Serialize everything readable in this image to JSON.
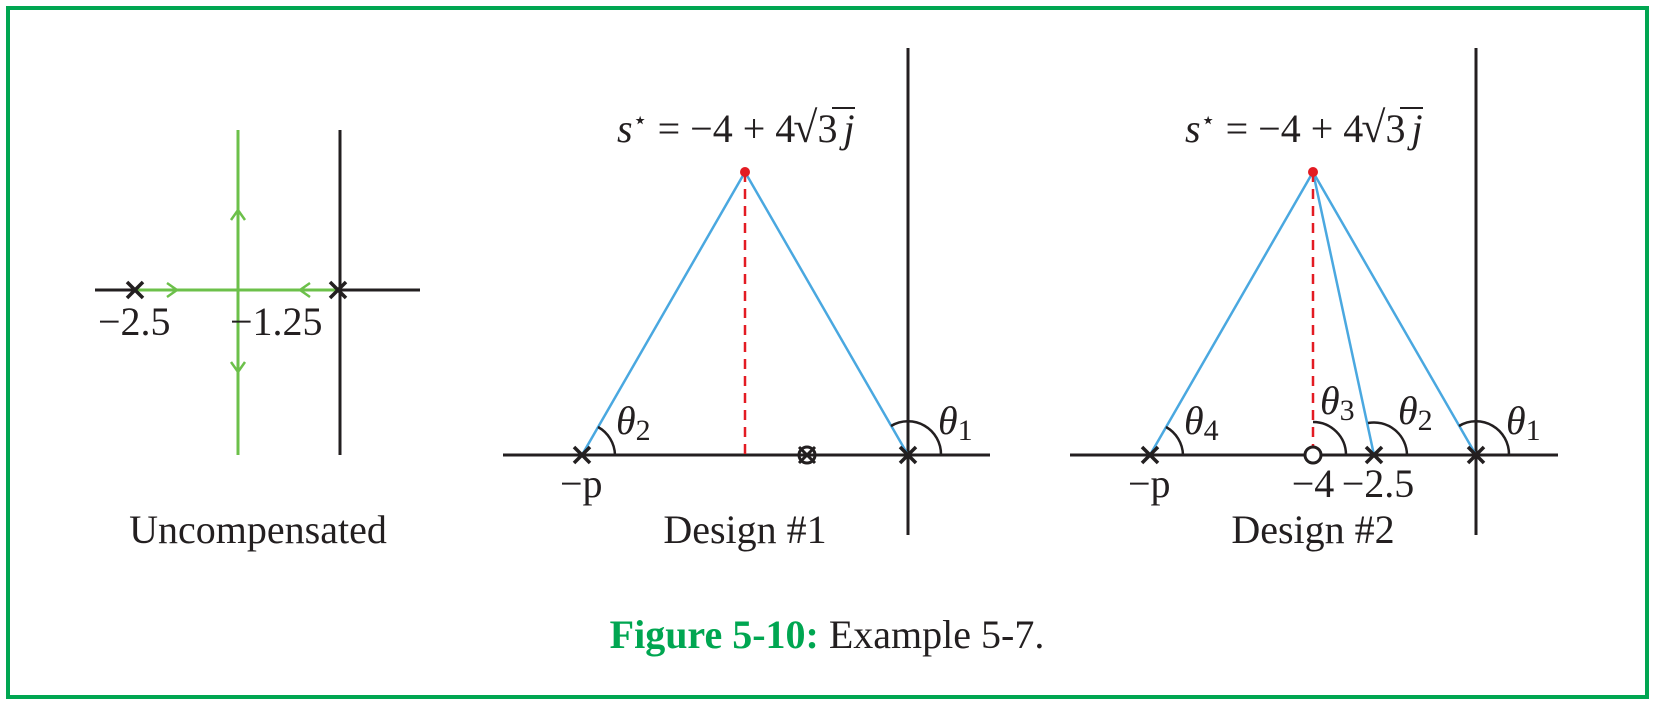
{
  "colors": {
    "frame": "#00a651",
    "root_locus": "#6cc04a",
    "vectors": "#4aa8e0",
    "target_point": "#e31b23",
    "axes": "#231f20",
    "caption_number": "#00a651"
  },
  "panels": {
    "uncompensated": {
      "title": "Uncompensated",
      "pole_labels": [
        "−2.5",
        "−1.25"
      ]
    },
    "design1": {
      "title": "Design #1",
      "target_label": {
        "s": "s",
        "star": "⋆",
        "expr": " = −4 + 4",
        "rad": "3",
        "j": "j"
      },
      "pole_label_p": "−p",
      "angle_labels": {
        "theta": "θ",
        "sub2": "2",
        "sub1": "1"
      }
    },
    "design2": {
      "title": "Design #2",
      "target_label": {
        "s": "s",
        "star": "⋆",
        "expr": " = −4 + 4",
        "rad": "3",
        "j": "j"
      },
      "pole_label_p": "−p",
      "tick_labels": [
        "−4",
        "−2.5"
      ],
      "angle_labels": {
        "theta": "θ",
        "sub4": "4",
        "sub3": "3",
        "sub2": "2",
        "sub1": "1"
      }
    }
  },
  "caption": {
    "number": "Figure 5-10:",
    "text": " Example 5-7."
  },
  "icons": [
    "pole-x-icon",
    "zero-o-icon",
    "arrow-icon"
  ]
}
